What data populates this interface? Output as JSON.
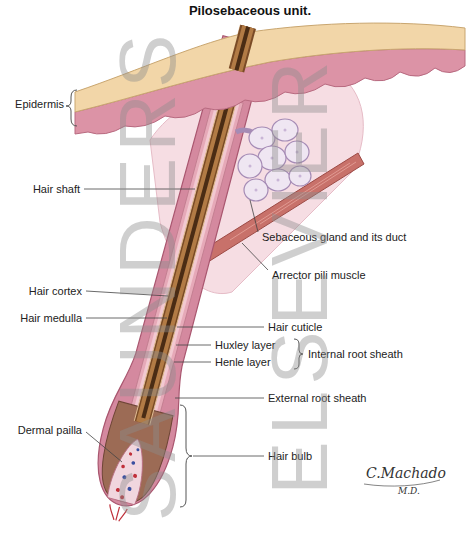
{
  "diagram": {
    "title": "Pilosebaceous unit.",
    "labels": [
      "Epidermis",
      "Hair shaft",
      "Sebaceous gland and its duct",
      "Arrector pili muscle",
      "Hair cortex",
      "Hair medulla",
      "Hair cuticle",
      "Huxley layer",
      "Henle layer",
      "Internal root sheath",
      "External root sheath",
      "Dermal pailla",
      "Hair bulb",
      "C.Machado",
      "M.D.",
      "SAUNDERS",
      "ELSEVIER"
    ]
  }
}
